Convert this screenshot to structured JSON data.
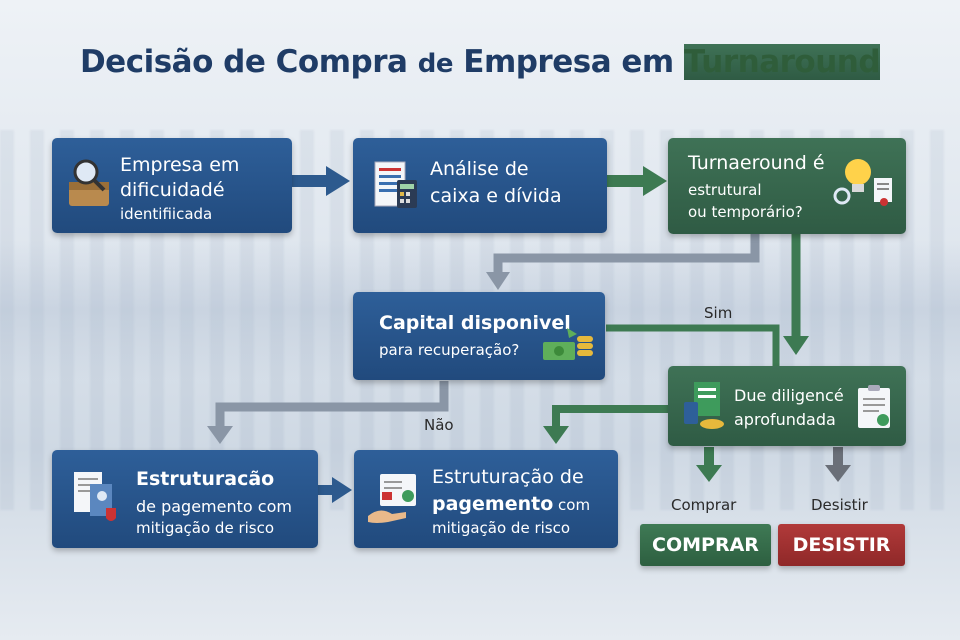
{
  "title": {
    "part1": "Decisão de Compra ",
    "part2": "de",
    "part3": " Empresa em ",
    "part4": "Turnaround"
  },
  "nodes": {
    "empresa": {
      "line1": "Empresa em",
      "line2": "dificuidadé",
      "line3": "identifiicada"
    },
    "analise": {
      "line1": "Análise de",
      "line2": "caixa e dívida"
    },
    "turnaround": {
      "line1": "Turnaeround é",
      "line2": "estrutural",
      "line3": "ou temporário?"
    },
    "capital": {
      "line1": "Capital disponivel",
      "line2": "para recuperação?"
    },
    "due": {
      "line1": "Due diligencé",
      "line2": "aprofundada"
    },
    "estr1": {
      "line1": "Estruturacão",
      "line2": "de pagemento com",
      "line3": "mitigação de risco"
    },
    "estr2": {
      "line1": "Estruturação de",
      "line2a": "pagemento",
      "line2b": " com",
      "line3": "mitigação de risco"
    }
  },
  "labels": {
    "sim": "Sim",
    "nao": "Não",
    "comprar": "Comprar",
    "desistir": "Desistir"
  },
  "buttons": {
    "comprar": "COMPRAR",
    "desistir": "DESISTIR"
  },
  "colors": {
    "blue_box": "#2a5890",
    "green_box": "#3a6a50",
    "title": "#1f3c66",
    "title_accent": "#2f5d3a",
    "buy": "#3a7050",
    "quit": "#a03232",
    "arrow_blue": "#2d5a8e",
    "arrow_green": "#3d7a52",
    "arrow_gray": "#8a96a6"
  }
}
